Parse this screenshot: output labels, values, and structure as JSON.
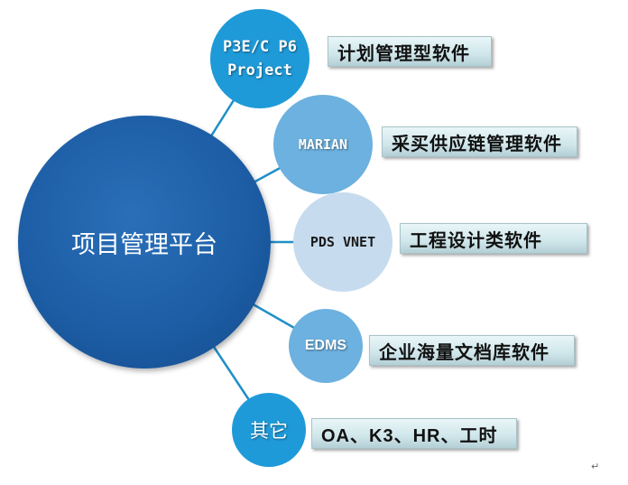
{
  "center": {
    "label": "项目管理平台"
  },
  "nodes": [
    {
      "name": "P3E/C P6",
      "name2": "Project",
      "desc": "计划管理型软件"
    },
    {
      "name": "MARIAN",
      "desc": "采买供应链管理软件"
    },
    {
      "name": "PDS VNET",
      "desc": "工程设计类软件"
    },
    {
      "name": "EDMS",
      "desc": "企业海量文档库软件"
    },
    {
      "name": "其它",
      "desc": "OA、K3、HR、工时"
    }
  ],
  "colors": {
    "main": "#1d5ea6",
    "dark_node": "#1f9ad8",
    "mid_node": "#6cb1df",
    "light_node": "#c6dcee",
    "line": "#1f8fc8"
  },
  "paragraph_mark": "↵"
}
